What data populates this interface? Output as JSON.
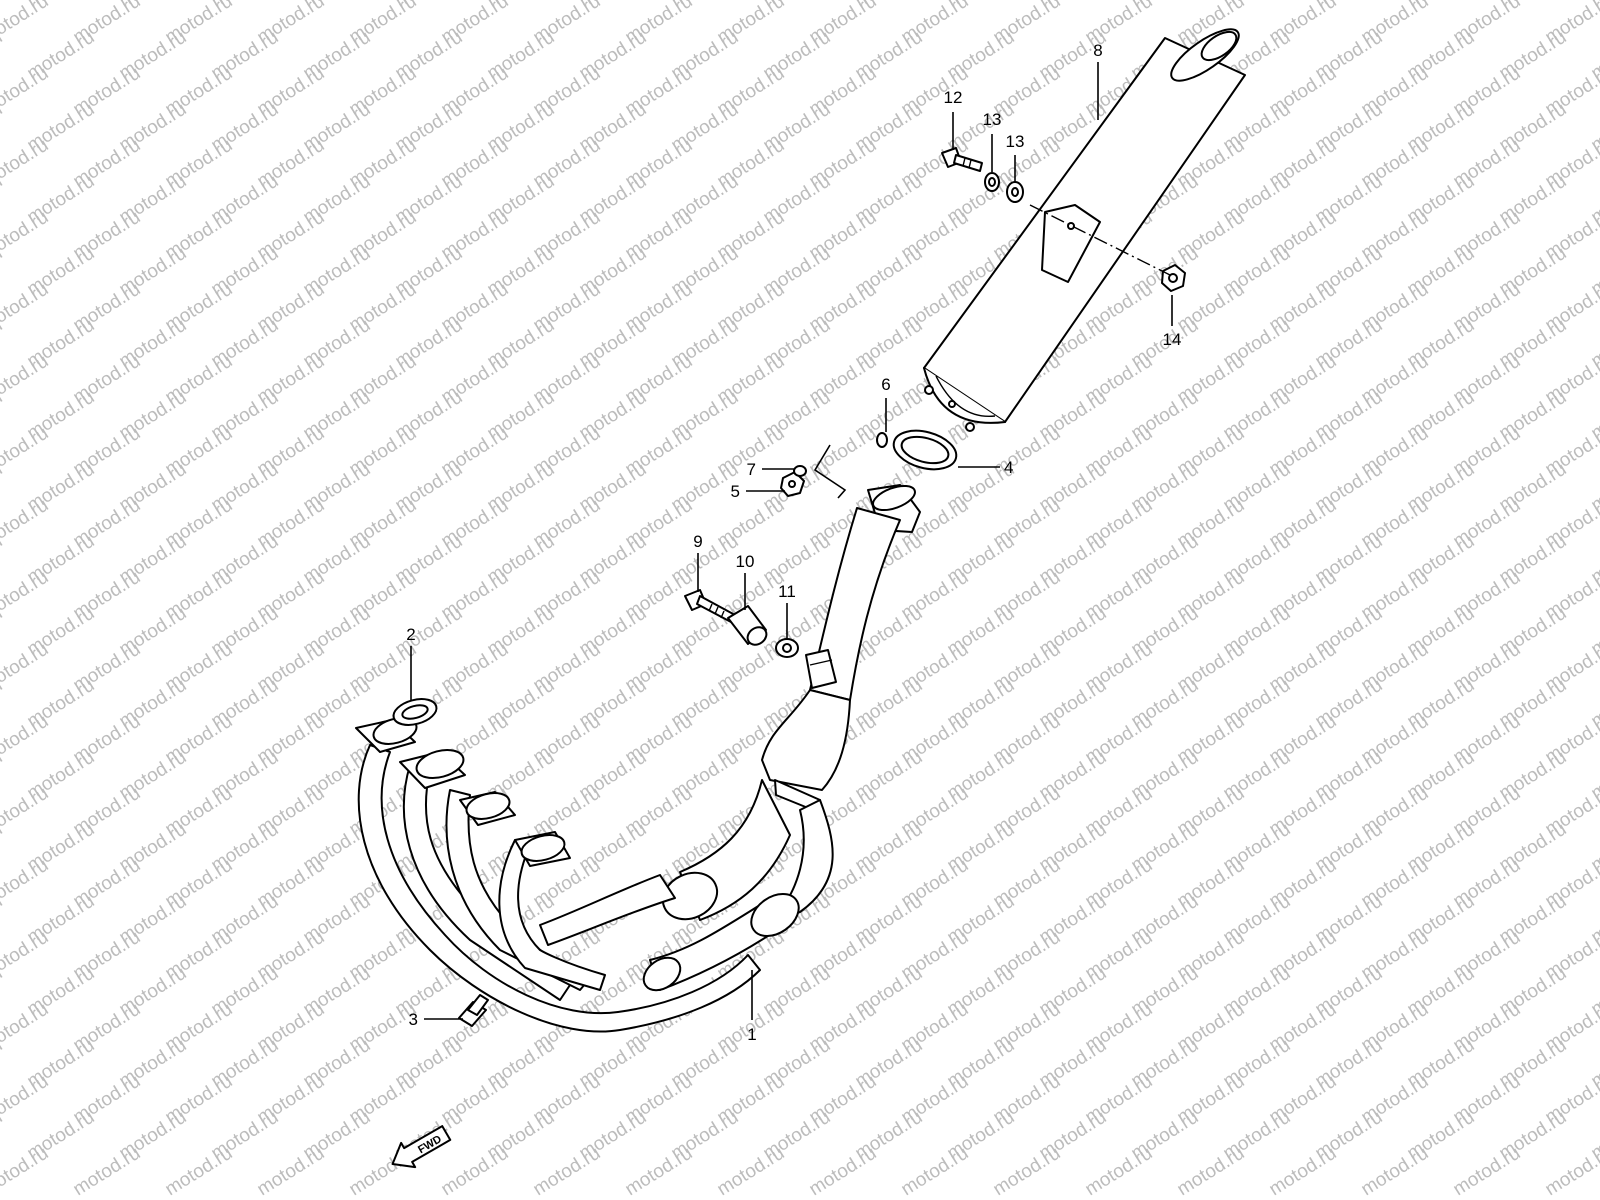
{
  "diagram": {
    "watermark": "motod.ru",
    "fwd_label": "FWD",
    "callouts": [
      {
        "id": "c1",
        "label": "1"
      },
      {
        "id": "c2",
        "label": "2"
      },
      {
        "id": "c3",
        "label": "3"
      },
      {
        "id": "c4",
        "label": "4"
      },
      {
        "id": "c5",
        "label": "5"
      },
      {
        "id": "c6",
        "label": "6"
      },
      {
        "id": "c7",
        "label": "7"
      },
      {
        "id": "c8",
        "label": "8"
      },
      {
        "id": "c9",
        "label": "9"
      },
      {
        "id": "c10",
        "label": "10"
      },
      {
        "id": "c11",
        "label": "11"
      },
      {
        "id": "c12",
        "label": "12"
      },
      {
        "id": "c13a",
        "label": "13"
      },
      {
        "id": "c13b",
        "label": "13"
      },
      {
        "id": "c14",
        "label": "14"
      }
    ]
  }
}
